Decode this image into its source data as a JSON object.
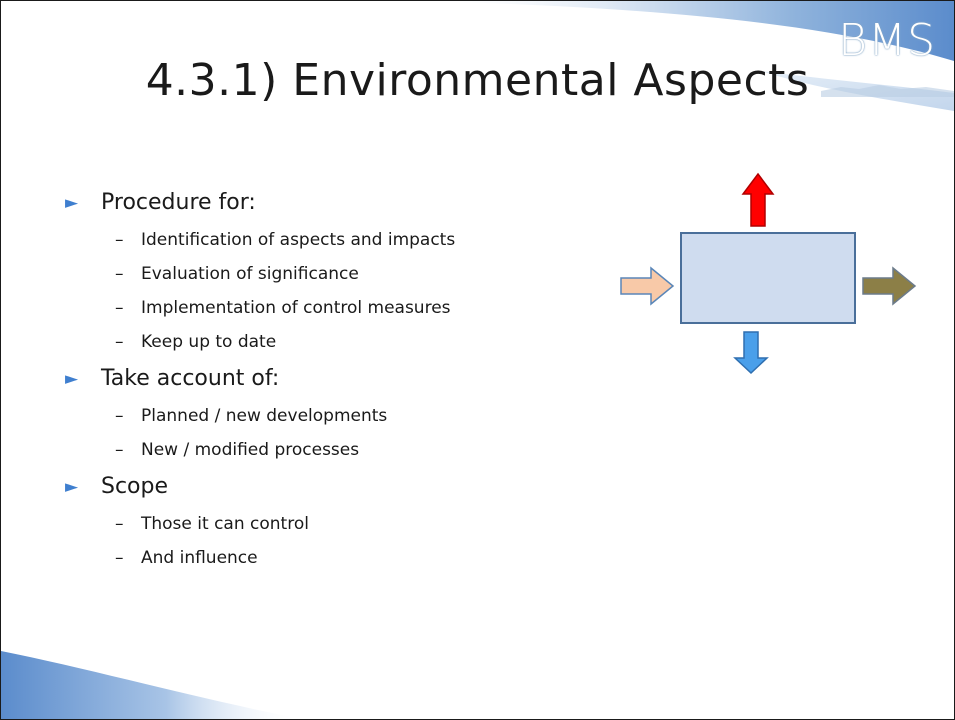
{
  "slide": {
    "title": "4.3.1) Environmental Aspects",
    "logo": "BMS"
  },
  "bullets": [
    {
      "label": "Procedure for:",
      "items": [
        "Identification of aspects and impacts",
        "Evaluation of significance",
        "Implementation of control measures",
        "Keep up to date"
      ]
    },
    {
      "label": "Take account of:",
      "items": [
        "Planned / new developments",
        "New / modified processes"
      ]
    },
    {
      "label": "Scope",
      "items": [
        "Those it can control",
        "And influence"
      ]
    }
  ],
  "icons": {
    "bullet_marker": "triangle-right-icon",
    "sub_marker": "dash"
  },
  "colors": {
    "accent": "#3f7fcf",
    "box_fill": "#cfdcef",
    "box_stroke": "#4a6f9a",
    "arrow_up": "#ff0000",
    "arrow_down": "#4a9fea",
    "arrow_in": "#f8c9a8",
    "arrow_out": "#8c7f47"
  }
}
